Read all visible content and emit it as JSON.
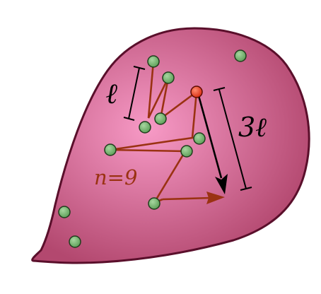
{
  "labels": {
    "step": "ℓ",
    "distance": "3ℓ",
    "count": "n=9"
  },
  "colors": {
    "body_fill_center": "#f79ac6",
    "body_fill_edge": "#b3486f",
    "body_stroke": "#5a0f2b",
    "bead_fill": "#5a9d55",
    "bead_stroke": "#1f3d1c",
    "highlight_bead": "#d62a0e",
    "path_line": "#9a3212",
    "count_text": "#9a3212",
    "arrow": "#000000",
    "dim_line": "#000000"
  },
  "icons": {
    "free_bead": "green-circle",
    "path_bead": "green-circle",
    "end_bead": "red-circle",
    "walk_end": "arrowhead"
  }
}
